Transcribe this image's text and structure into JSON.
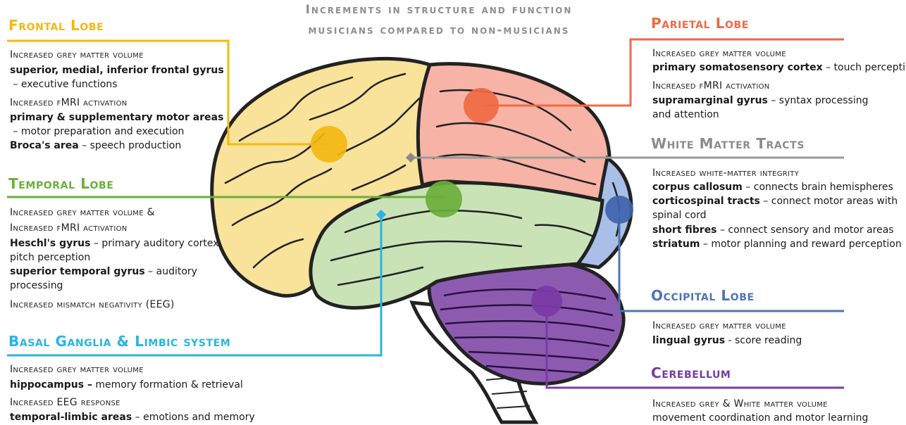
{
  "title": {
    "line1": "Increments in structure and function",
    "line2": "musicians compared to non-musicians"
  },
  "colors": {
    "frontal": "#f2b811",
    "parietal": "#ef6a44",
    "white_matter": "#9a9a9a",
    "temporal": "#6aaf3a",
    "basal": "#2ab4e2",
    "occipital": "#4f73b8",
    "cerebellum": "#7b3aa6"
  },
  "frontal": {
    "heading": "Frontal Lobe",
    "g1_label": "Increased grey matter volume",
    "g1_bold": "superior, medial, inferior frontal gyrus",
    "g1_desc": "– executive functions",
    "g2_label": "Increased fMRI activation",
    "g2_bold1": "primary & supplementary motor areas",
    "g2_desc1": "– motor preparation and execution",
    "g2_bold2": "Broca's area",
    "g2_desc2": "– speech production"
  },
  "temporal": {
    "heading": "Temporal Lobe",
    "label1": "Increased grey matter volume &",
    "label2": "Increased fMRI activation",
    "b1": "Heschl's gyrus",
    "d1a": "– primary auditory cortex,",
    "d1b": "pitch perception",
    "b2": "superior temporal gyrus",
    "d2a": "– auditory",
    "d2b": "processing",
    "label3": "Increased mismatch negativity (EEG)"
  },
  "basal": {
    "heading": "Basal Ganglia & Limbic system",
    "label1": "Increased grey matter volume",
    "b1": "hippocampus –",
    "d1": "memory formation & retrieval",
    "label2": "Increased EEG response",
    "b2": "temporal-limbic areas",
    "d2": "– emotions and memory"
  },
  "parietal": {
    "heading": "Parietal Lobe",
    "label1": "Increased grey matter volume",
    "b1": "primary somatosensory cortex",
    "d1": "– touch perception",
    "label2": "Increased fMRI activation",
    "b2": "supramarginal gyrus",
    "d2a": "– syntax processing",
    "d2b": "and attention"
  },
  "white_matter": {
    "heading": "White Matter Tracts",
    "label1": "Increased white-matter integrity",
    "b1": "corpus callosum",
    "d1": "– connects brain hemispheres",
    "b2": "corticospinal tracts",
    "d2a": "– connect motor areas with",
    "d2b": "spinal cord",
    "b3": "short fibres",
    "d3": "– connect sensory and motor areas",
    "b4": "striatum",
    "d4": "– motor planning and reward perception"
  },
  "occipital": {
    "heading": "Occipital Lobe",
    "label1": "Increased grey matter volume",
    "b1": "lingual gyrus",
    "d1": "- score reading"
  },
  "cerebellum": {
    "heading": "Cerebellum",
    "label1": "Increased grey  & White matter volume",
    "d1": "movement coordination and motor learning"
  }
}
